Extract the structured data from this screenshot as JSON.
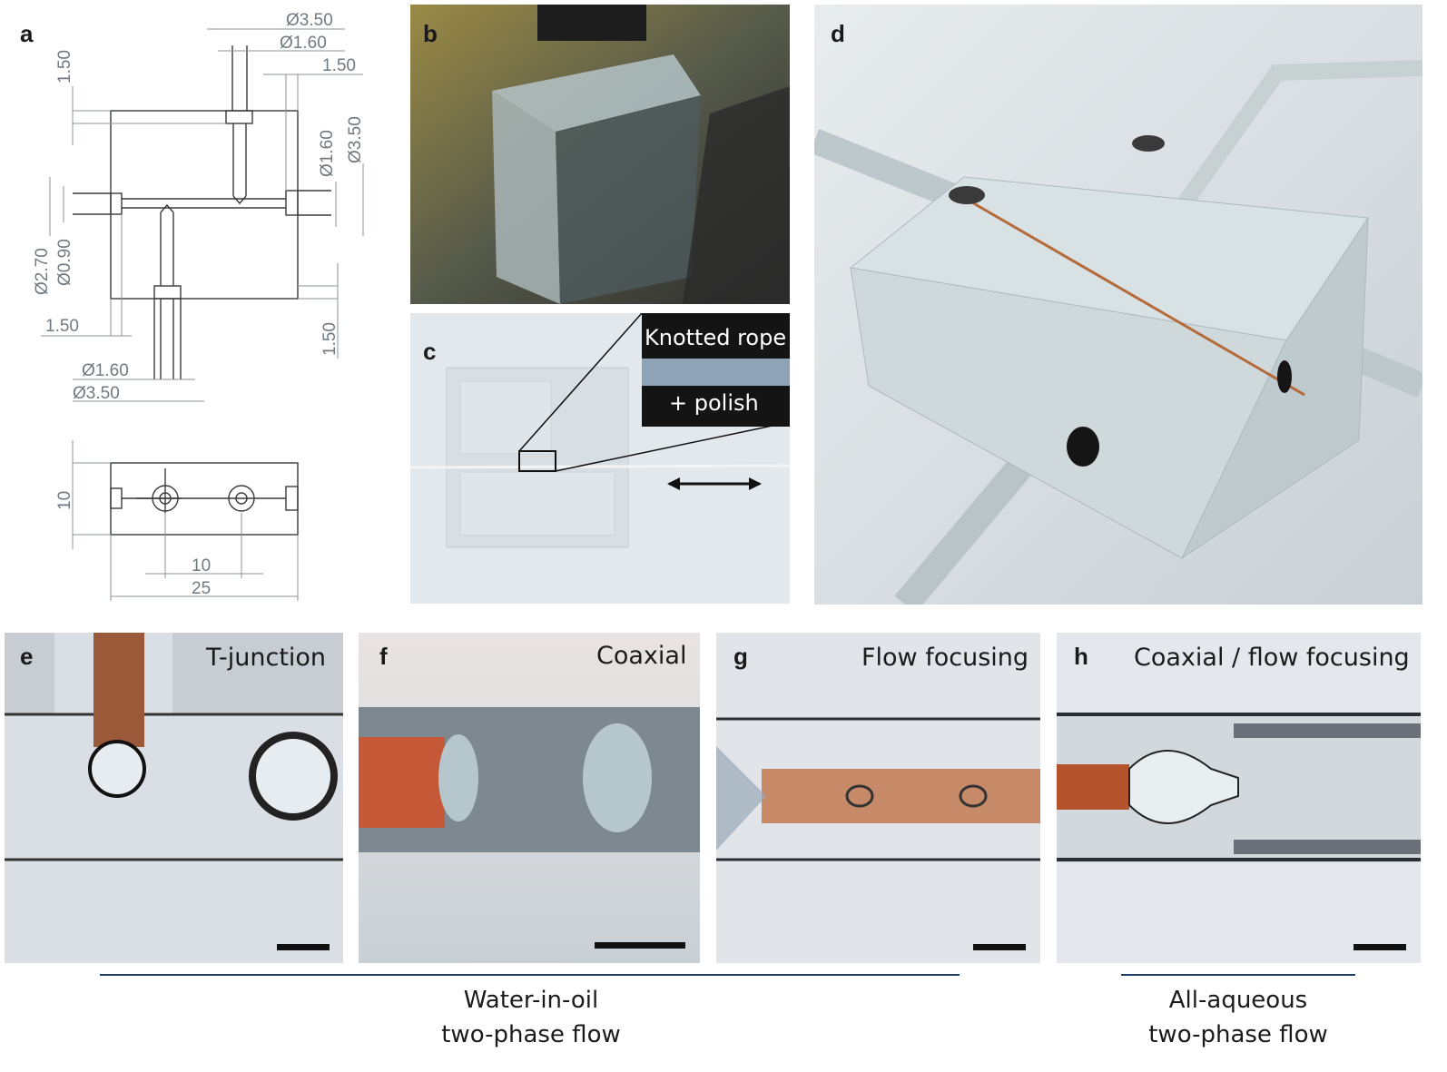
{
  "panels": {
    "a": {
      "letter": "a"
    },
    "b": {
      "letter": "b"
    },
    "c": {
      "letter": "c",
      "inset_top": "Knotted rope",
      "inset_bottom": "+ polish"
    },
    "d": {
      "letter": "d"
    },
    "e": {
      "letter": "e",
      "title": "T-junction"
    },
    "f": {
      "letter": "f",
      "title": "Coaxial"
    },
    "g": {
      "letter": "g",
      "title": "Flow focusing"
    },
    "h": {
      "letter": "h",
      "title": "Coaxial / flow focusing"
    }
  },
  "drawing": {
    "d350_top": "Ø3.50",
    "d160_top": "Ø1.60",
    "d150_right": "1.50",
    "d150_left": "1.50",
    "d160_right_v": "Ø1.60",
    "d350_right_v": "Ø3.50",
    "d270": "Ø2.70",
    "d090": "Ø0.90",
    "d150_bottom_left": "1.50",
    "d150_bottom_right": "1.50",
    "d160_bottom": "Ø1.60",
    "d350_bottom": "Ø3.50",
    "height_10": "10",
    "width_10": "10",
    "width_25": "25"
  },
  "captions": {
    "water_in_oil_line1": "Water-in-oil",
    "water_in_oil_line2": "two-phase flow",
    "all_aqueous_line1": "All-aqueous",
    "all_aqueous_line2": "two-phase flow"
  },
  "colors": {
    "caption_rule": "#1f3e6b",
    "tube_copper": "#b5522a"
  }
}
